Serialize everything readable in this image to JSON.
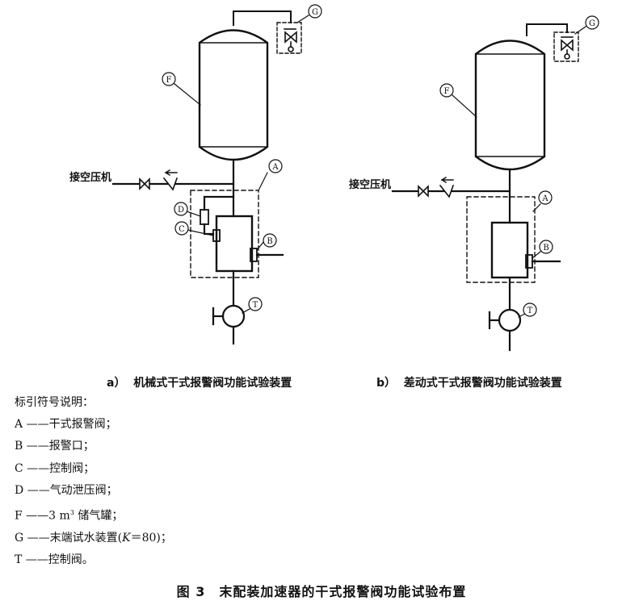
{
  "diagram_a": {
    "label_A": "A",
    "label_B": "B",
    "label_C": "C",
    "label_D": "D",
    "label_F": "F",
    "label_G": "G",
    "label_T": "T",
    "compressor_label": "接空压机",
    "caption_prefix": "a）",
    "caption": "机械式干式报警阀功能试验装置"
  },
  "diagram_b": {
    "label_A": "A",
    "label_B": "B",
    "label_F": "F",
    "label_G": "G",
    "label_T": "T",
    "compressor_label": "接空压机",
    "caption_prefix": "b）",
    "caption": "差动式干式报警阀功能试验装置"
  },
  "legend": {
    "heading": "标引符号说明：",
    "items": [
      {
        "key": "A",
        "sep": "——",
        "text": "干式报警阀；"
      },
      {
        "key": "B",
        "sep": "——",
        "text": "报警口；"
      },
      {
        "key": "C",
        "sep": "——",
        "text": "控制阀；"
      },
      {
        "key": "D",
        "sep": "——",
        "text": "气动泄压阀；"
      },
      {
        "key": "F",
        "sep": "——",
        "text_before": "3 m",
        "superscript": "3",
        "text_after": " 储气罐；"
      },
      {
        "key": "G",
        "sep": "——",
        "text_before": "末端试水装置(",
        "k_symbol": "K",
        "text_after": "＝80)；"
      },
      {
        "key": "T",
        "sep": "——",
        "text": "控制阀。"
      }
    ]
  },
  "figure_title": "图 3　末配装加速器的干式报警阀功能试验布置"
}
